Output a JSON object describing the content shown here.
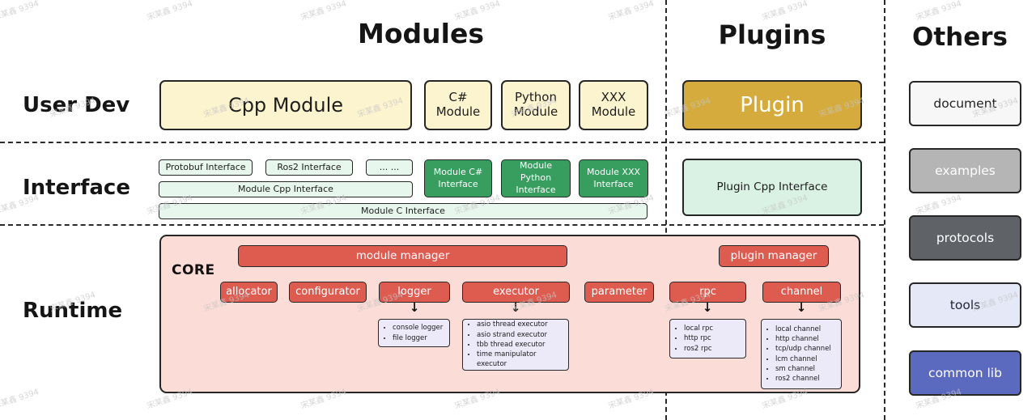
{
  "watermark": "宋某鑫 9394",
  "headers": {
    "modules": "Modules",
    "plugins": "Plugins",
    "others": "Others"
  },
  "row_labels": {
    "user_dev": "User Dev",
    "interface": "Interface",
    "runtime": "Runtime"
  },
  "modules": {
    "cpp_module": "Cpp Module",
    "csharp_module": "C# Module",
    "python_module": "Python Module",
    "xxx_module": "XXX Module",
    "interfaces": {
      "protobuf": "Protobuf Interface",
      "ros2": "Ros2 Interface",
      "dots": "... ...",
      "module_cpp": "Module Cpp Interface",
      "module_c": "Module C Interface",
      "module_csharp": "Module C# Interface",
      "module_python": "Module Python Interface",
      "module_xxx": "Module XXX Interface"
    }
  },
  "plugins": {
    "plugin": "Plugin",
    "plugin_cpp_interface": "Plugin Cpp Interface"
  },
  "runtime": {
    "core_label": "CORE",
    "module_manager": "module manager",
    "plugin_manager": "plugin manager",
    "components": [
      "allocator",
      "configurator",
      "logger",
      "executor",
      "parameter",
      "rpc",
      "channel"
    ],
    "logger_impls": [
      "console logger",
      "file logger"
    ],
    "executor_impls": [
      "asio thread executor",
      "asio strand executor",
      "tbb thread executor",
      "time manipulator executor"
    ],
    "rpc_impls": [
      "local rpc",
      "http rpc",
      "ros2 rpc"
    ],
    "channel_impls": [
      "local channel",
      "http channel",
      "tcp/udp channel",
      "lcm channel",
      "sm channel",
      "ros2 channel"
    ]
  },
  "others": {
    "items": [
      "document",
      "examples",
      "protocols",
      "tools",
      "common lib"
    ]
  },
  "colors": {
    "cream": "#FCF3CF",
    "gold": "#D5AB3E",
    "mint_light": "#E7F7EE",
    "mint": "#D9F2E3",
    "green": "#379E5F",
    "core_pink": "#FBDCD6",
    "component_red": "#DE5B50",
    "impl_lavender": "#ECE9F8",
    "examples_gray": "#B5B5B5",
    "protocols_gray": "#5F6368",
    "tools_lavender": "#E4E8F7",
    "common_lib_indigo": "#5B6ABF",
    "border_dark": "#262626"
  }
}
